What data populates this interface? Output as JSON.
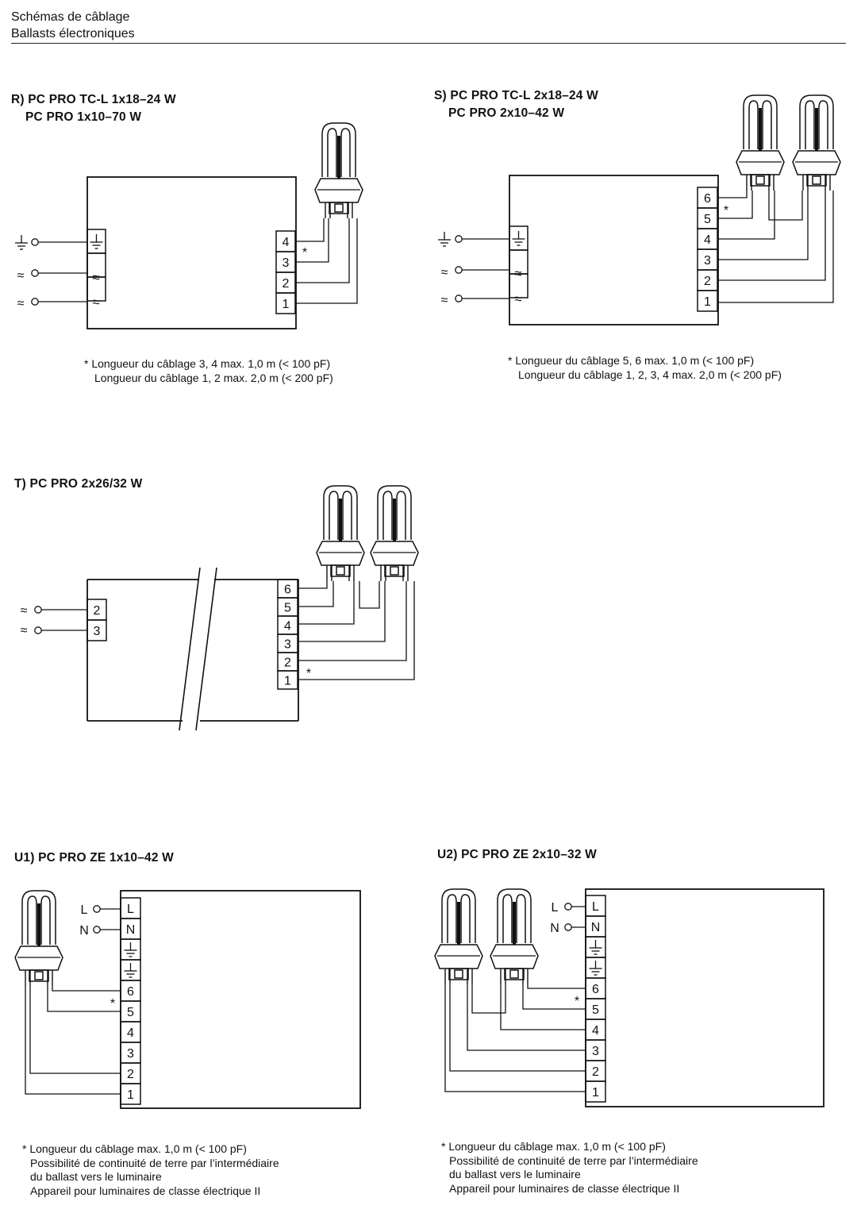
{
  "header": {
    "line1": "Schémas de câblage",
    "line2": "Ballasts électroniques"
  },
  "symbols": {
    "ac": "≈",
    "star": "*",
    "L": "L",
    "N": "N"
  },
  "diagrams": [
    {
      "id": "R",
      "title_line1": "R) PC PRO TC-L 1x18–24 W",
      "title_line2": "PC PRO 1x10–70 W",
      "terminals": [
        "4",
        "3",
        "2",
        "1"
      ],
      "note_lines": [
        "* Longueur du câblage 3, 4 max. 1,0 m (< 100 pF)",
        "Longueur du câblage 1, 2 max. 2,0 m (< 200 pF)"
      ]
    },
    {
      "id": "S",
      "title_line1": "S) PC PRO TC-L 2x18–24 W",
      "title_line2": "PC PRO 2x10–42 W",
      "terminals": [
        "6",
        "5",
        "4",
        "3",
        "2",
        "1"
      ],
      "note_lines": [
        "* Longueur du câblage 5, 6 max. 1,0 m (< 100 pF)",
        "Longueur du câblage 1, 2, 3, 4 max. 2,0 m (< 200 pF)"
      ]
    },
    {
      "id": "T",
      "title_line1": "T) PC PRO 2x26/32 W",
      "input_terminals": [
        "2",
        "3"
      ],
      "terminals": [
        "6",
        "5",
        "4",
        "3",
        "2",
        "1"
      ]
    },
    {
      "id": "U1",
      "title_line1": "U1) PC PRO ZE 1x10–42 W",
      "terminals": [
        "6",
        "5",
        "4",
        "3",
        "2",
        "1"
      ],
      "note_lines": [
        "* Longueur du câblage max. 1,0 m (< 100 pF)",
        "Possibilité de continuité de terre par l’intermédiaire",
        "du ballast vers le luminaire",
        "Appareil pour luminaires de classe électrique II"
      ]
    },
    {
      "id": "U2",
      "title_line1": "U2) PC PRO ZE 2x10–32 W",
      "terminals": [
        "6",
        "5",
        "4",
        "3",
        "2",
        "1"
      ],
      "note_lines": [
        "* Longueur du câblage max. 1,0 m (< 100 pF)",
        "Possibilité de continuité de terre par l’intermédiaire",
        "du ballast vers le luminaire",
        "Appareil pour luminaires de classe électrique II"
      ]
    }
  ]
}
